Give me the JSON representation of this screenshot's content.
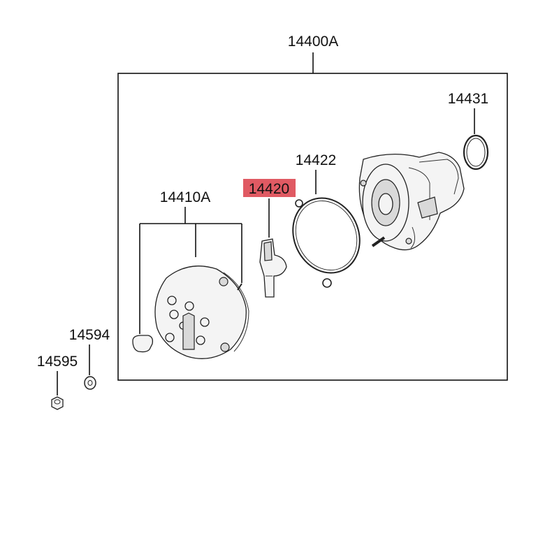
{
  "diagram": {
    "labels": {
      "assembly": "14400A",
      "cap_assembly": "14410A",
      "rotor": "14420",
      "gasket": "14422",
      "o_ring": "14431",
      "washer": "14594",
      "nut": "14595"
    },
    "highlighted_part": "14420",
    "highlight_color": "#e05a63"
  }
}
